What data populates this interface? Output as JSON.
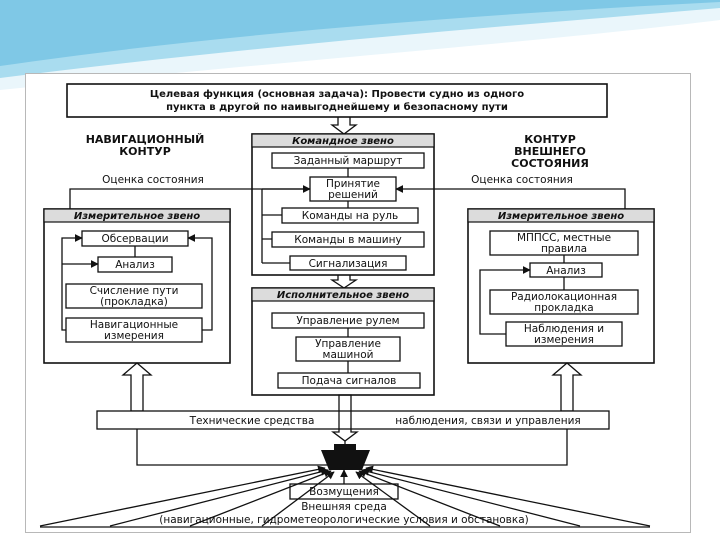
{
  "goal": {
    "line1": "Целевая функция (основная задача): Провести судно из одного",
    "line2": "пункта в другой по наивыгоднейшему и безопасному пути"
  },
  "nav_contour": {
    "line1": "НАВИГАЦИОННЫЙ",
    "line2": "КОНТУР"
  },
  "ext_contour": {
    "line1": "КОНТУР",
    "line2": "ВНЕШНЕГО",
    "line3": "СОСТОЯНИЯ"
  },
  "state_eval_left": "Оценка состояния",
  "state_eval_right": "Оценка состояния",
  "command_unit": {
    "title": "Командное звено",
    "items": [
      "Заданный маршрут",
      "Принятие",
      "решений",
      "Команды на руль",
      "Команды в машину",
      "Сигнализация"
    ]
  },
  "exec_unit": {
    "title": "Исполнительное звено",
    "items": [
      "Управление рулем",
      "Управление",
      "машиной",
      "Подача сигналов"
    ]
  },
  "meas_left": {
    "title": "Измерительное звено",
    "items": [
      "Обсервации",
      "Анализ",
      "Счисление пути",
      "(прокладка)",
      "Навигационные",
      "измерения"
    ]
  },
  "meas_right": {
    "title": "Измерительное звено",
    "items": [
      "МППСС, местные",
      "правила",
      "Анализ",
      "Радиолокационная",
      "прокладка",
      "Наблюдения и",
      "измерения"
    ]
  },
  "tech_means": {
    "left": "Технические средства",
    "right": "наблюдения, связи и управления"
  },
  "disturbances": "Возмущения",
  "environment": {
    "title": "Внешняя среда",
    "subtitle": "(навигационные, гидрометеорологические условия и обстановка)"
  },
  "colors": {
    "band_light": "#e8f5fb",
    "band_accent": "#7fc8e6",
    "header_fill": "#dcdcdc",
    "ink": "#111111"
  }
}
